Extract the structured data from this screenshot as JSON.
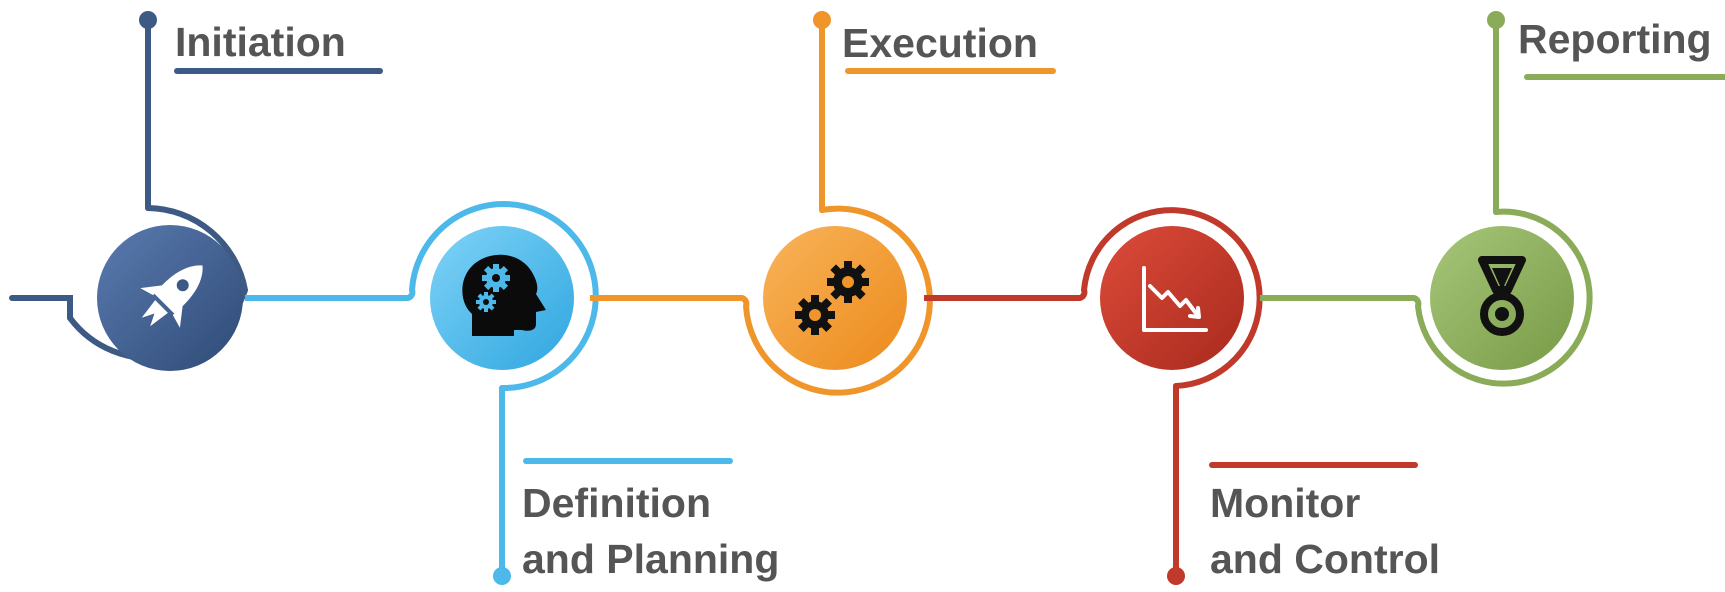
{
  "stages": [
    {
      "key": "initiation",
      "label": "Initiation",
      "color": "#3d5a85",
      "icon": "rocket-icon"
    },
    {
      "key": "definition",
      "label_line1": "Definition",
      "label_line2": "and Planning",
      "color": "#4db8ea",
      "icon": "head-gears-icon"
    },
    {
      "key": "execution",
      "label": "Execution",
      "color": "#f0952a",
      "icon": "gears-icon"
    },
    {
      "key": "monitor",
      "label_line1": "Monitor",
      "label_line2": "and Control",
      "color": "#c0392b",
      "icon": "declining-chart-icon"
    },
    {
      "key": "reporting",
      "label": "Reporting",
      "color": "#8aab57",
      "icon": "medal-icon"
    }
  ]
}
